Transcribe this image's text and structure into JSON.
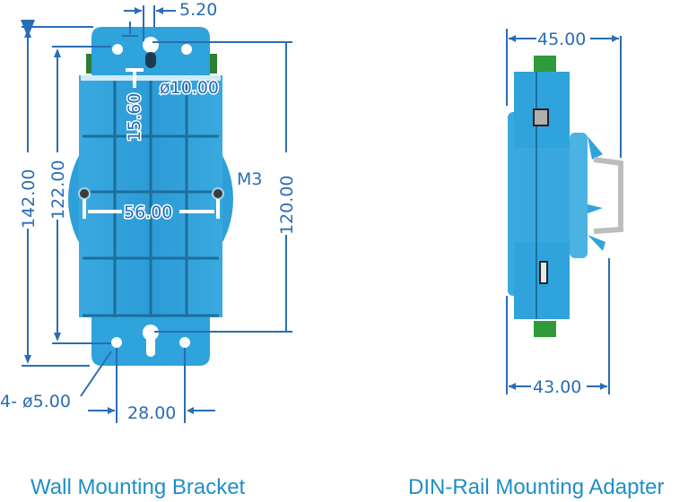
{
  "wall_bracket": {
    "caption": "Wall Mounting Bracket",
    "dimensions": {
      "slot_width": "5.20",
      "hole_diameter": "ø10.00",
      "slot_offset": "15.60",
      "overall_height": "142.00",
      "hole_spacing_vertical": "122.00",
      "slot_to_slot_height": "120.00",
      "screw_spacing": "56.00",
      "screw_thread": "M3",
      "mounting_holes": "4- ø5.00",
      "hole_spacing_horizontal": "28.00"
    }
  },
  "din_adapter": {
    "caption": "DIN-Rail Mounting Adapter",
    "dimensions": {
      "top_depth": "45.00",
      "bottom_depth": "43.00"
    }
  },
  "colors": {
    "dimension": "#2a6db3",
    "body": "#2fa3dc",
    "caption": "#1f8fc4",
    "terminal": "#2e9a3a"
  }
}
